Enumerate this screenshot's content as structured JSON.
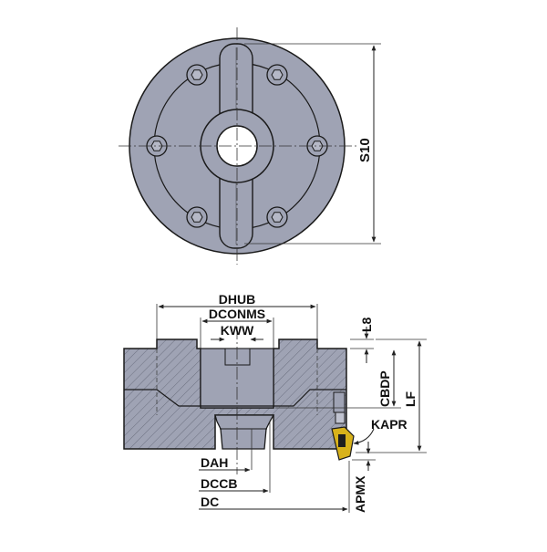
{
  "labels": {
    "s10": "S10",
    "dhub": "DHUB",
    "dconms": "DCONMS",
    "kww": "KWW",
    "l8": "L8",
    "cbdp": "CBDP",
    "lf": "LF",
    "kapr": "KAPR",
    "dah": "DAH",
    "dccb": "DCCB",
    "dc": "DC",
    "apmx": "APMX"
  },
  "colors": {
    "body": "#9fa3b4",
    "hatch": "#5d606c",
    "outline": "#1a1a1a",
    "insert": "#d8b21a",
    "dim": "#333333"
  }
}
